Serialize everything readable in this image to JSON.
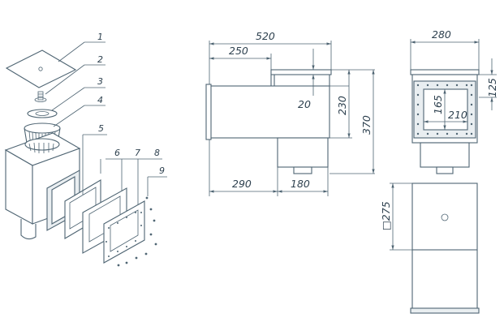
{
  "colors": {
    "line": "#4f6573",
    "text": "#2f4250",
    "background": "#ffffff"
  },
  "parts": {
    "p1": "1",
    "p2": "2",
    "p3": "3",
    "p4": "4",
    "p5": "5",
    "p6": "6",
    "p7": "7",
    "p8": "8",
    "p9": "9"
  },
  "dimensions": {
    "side_total": "520",
    "side_top": "250",
    "side_gap": "20",
    "side_h230": "230",
    "side_h370": "370",
    "side_bottom": "290",
    "side_pipe": "180",
    "front_width": "280",
    "front_165": "165",
    "front_210": "210",
    "front_125": "125",
    "bottom_square": "□275"
  }
}
